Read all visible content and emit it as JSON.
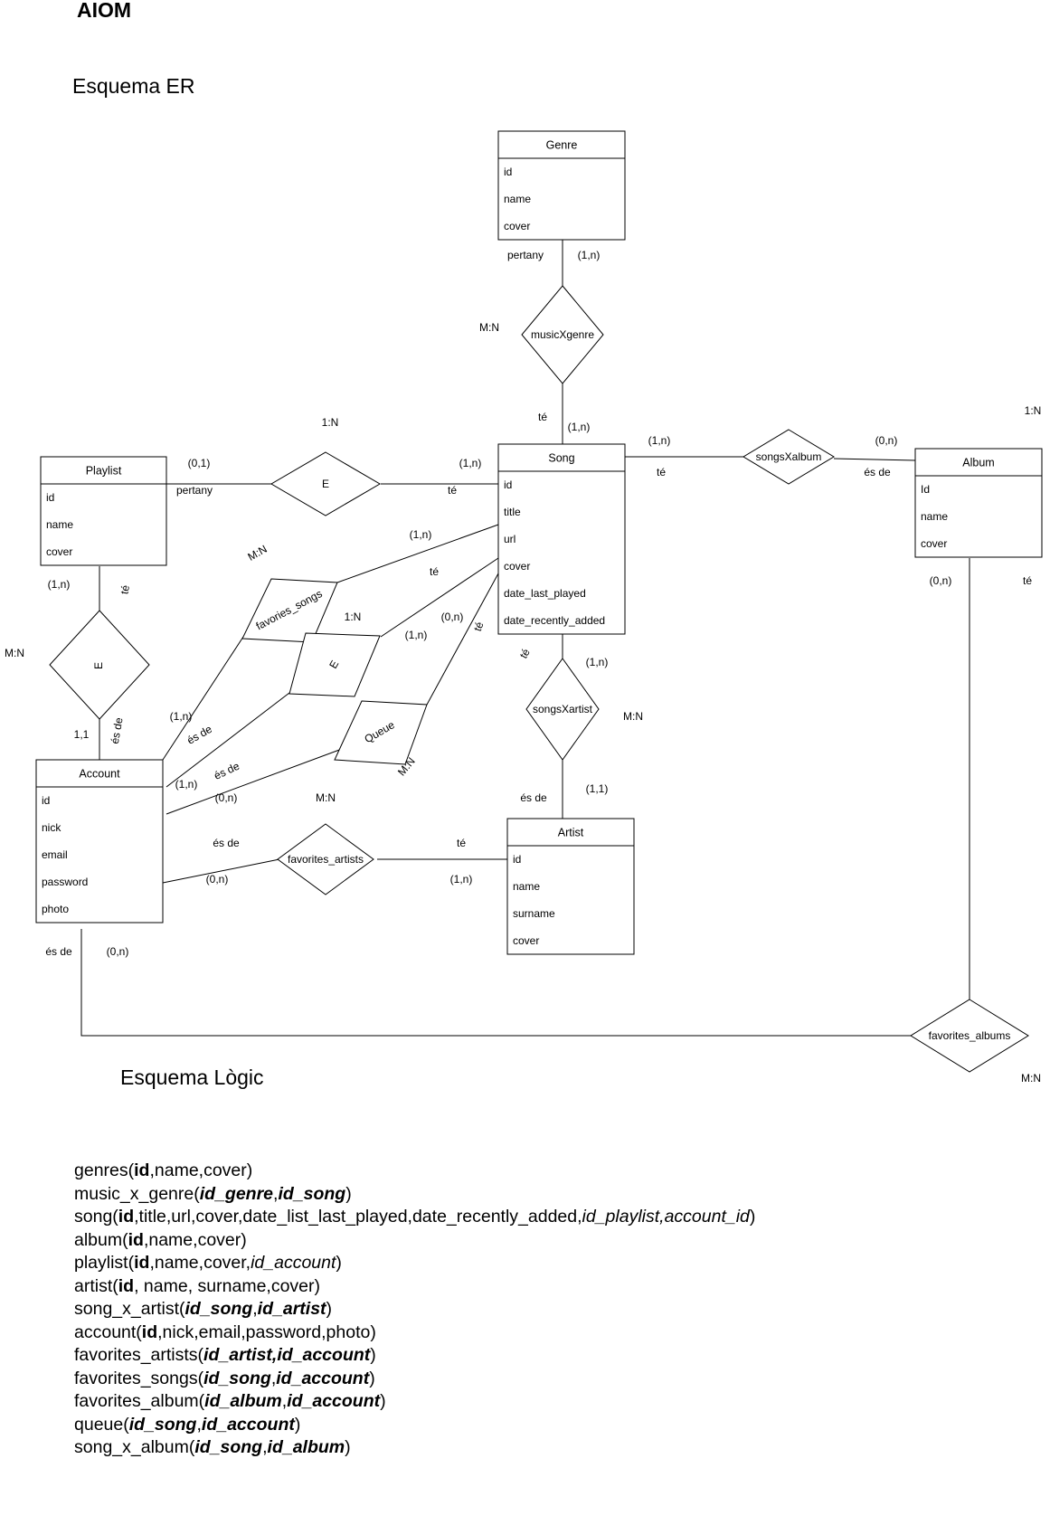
{
  "title": "AIOM",
  "er_heading": "Esquema ER",
  "logic_heading": "Esquema Lògic",
  "colors": {
    "stroke": "#000000",
    "background": "#ffffff"
  },
  "entities": [
    {
      "key": "genre",
      "name": "Genre",
      "attributes": [
        "id",
        "name",
        "cover"
      ]
    },
    {
      "key": "song",
      "name": "Song",
      "attributes": [
        "id",
        "title",
        "url",
        "cover",
        "date_last_played",
        "date_recently_added"
      ]
    },
    {
      "key": "playlist",
      "name": "Playlist",
      "attributes": [
        "id",
        "name",
        "cover"
      ]
    },
    {
      "key": "album",
      "name": "Album",
      "attributes": [
        "Id",
        "name",
        "cover"
      ]
    },
    {
      "key": "account",
      "name": "Account",
      "attributes": [
        "id",
        "nick",
        "email",
        "password",
        "photo"
      ]
    },
    {
      "key": "artist",
      "name": "Artist",
      "attributes": [
        "id",
        "name",
        "surname",
        "cover"
      ]
    }
  ],
  "relationships": [
    {
      "key": "musicXgenre",
      "label": "musicXgenre"
    },
    {
      "key": "e_playlist_song",
      "label": "E"
    },
    {
      "key": "songsXalbum",
      "label": "songsXalbum"
    },
    {
      "key": "e_playlist_acc",
      "label": "E"
    },
    {
      "key": "favories_songs",
      "label": "favories_songs"
    },
    {
      "key": "e_song_account",
      "label": "E"
    },
    {
      "key": "queue",
      "label": "Queue"
    },
    {
      "key": "songsXartist",
      "label": "songsXartist"
    },
    {
      "key": "favorites_artists",
      "label": "favorites_artists"
    },
    {
      "key": "favorites_albums",
      "label": "favorites_albums"
    }
  ],
  "annotations": [
    "pertany",
    "(1,n)",
    "M:N",
    "té",
    "(1,n)",
    "1:N",
    "(0,1)",
    "pertany",
    "(1,n)",
    "té",
    "M:N",
    "(1,n)",
    "té",
    "(0,n)",
    "és de",
    "(1,n)",
    "té",
    "1:N",
    "1,1",
    "és de",
    "(0,n)",
    "té",
    "M:N",
    "(1,n)",
    "té",
    "1:N",
    "(0,n)",
    "(1,n)",
    "té",
    "té",
    "(1,n)",
    "M:N",
    "(1,n)",
    "és de",
    "(1,n)",
    "és de",
    "(1,1)",
    "és de",
    "(0,n)",
    "M:N",
    "M:N",
    "és de",
    "(0,n)",
    "té",
    "(1,n)",
    "és de",
    "(0,n)",
    "M:N"
  ],
  "logical_schema": [
    [
      {
        "t": "genres(",
        "s": "n"
      },
      {
        "t": "id",
        "s": "pk"
      },
      {
        "t": ",name,cover)",
        "s": "n"
      }
    ],
    [
      {
        "t": "music_x_genre(",
        "s": "n"
      },
      {
        "t": "id_genre",
        "s": "pkfk"
      },
      {
        "t": ",",
        "s": "n"
      },
      {
        "t": "id_song",
        "s": "pkfk"
      },
      {
        "t": ")",
        "s": "n"
      }
    ],
    [
      {
        "t": "song(",
        "s": "n"
      },
      {
        "t": "id",
        "s": "pk"
      },
      {
        "t": ",title,url,cover,date_list_last_played,date_recently_added,",
        "s": "n"
      },
      {
        "t": "id_playlist,account_id",
        "s": "fk"
      },
      {
        "t": ")",
        "s": "n"
      }
    ],
    [
      {
        "t": "album(",
        "s": "n"
      },
      {
        "t": "id",
        "s": "pk"
      },
      {
        "t": ",name,cover)",
        "s": "n"
      }
    ],
    [
      {
        "t": "playlist(",
        "s": "n"
      },
      {
        "t": "id",
        "s": "pk"
      },
      {
        "t": ",name,cover,",
        "s": "n"
      },
      {
        "t": "id_account",
        "s": "fk"
      },
      {
        "t": ")",
        "s": "n"
      }
    ],
    [
      {
        "t": "artist(",
        "s": "n"
      },
      {
        "t": "id",
        "s": "pk"
      },
      {
        "t": ", name, surname,cover)",
        "s": "n"
      }
    ],
    [
      {
        "t": "song_x_artist(",
        "s": "n"
      },
      {
        "t": "id_song",
        "s": "pkfk"
      },
      {
        "t": ",",
        "s": "n"
      },
      {
        "t": "id_artist",
        "s": "pkfk"
      },
      {
        "t": ")",
        "s": "n"
      }
    ],
    [
      {
        "t": "account(",
        "s": "n"
      },
      {
        "t": "id",
        "s": "pk"
      },
      {
        "t": ",nick,email,password,photo)",
        "s": "n"
      }
    ],
    [
      {
        "t": "favorites_artists(",
        "s": "n"
      },
      {
        "t": "id_artist,id_account",
        "s": "pkfk"
      },
      {
        "t": ")",
        "s": "n"
      }
    ],
    [
      {
        "t": "favorites_songs(",
        "s": "n"
      },
      {
        "t": "id_song",
        "s": "pkfk"
      },
      {
        "t": ",",
        "s": "n"
      },
      {
        "t": "id_account",
        "s": "pkfk"
      },
      {
        "t": ")",
        "s": "n"
      }
    ],
    [
      {
        "t": "favorites_album(",
        "s": "n"
      },
      {
        "t": "id_album",
        "s": "pkfk"
      },
      {
        "t": ",",
        "s": "n"
      },
      {
        "t": "id_account",
        "s": "pkfk"
      },
      {
        "t": ")",
        "s": "n"
      }
    ],
    [
      {
        "t": "queue(",
        "s": "n"
      },
      {
        "t": "id_song",
        "s": "pkfk"
      },
      {
        "t": ",",
        "s": "n"
      },
      {
        "t": "id_account",
        "s": "pkfk"
      },
      {
        "t": ")",
        "s": "n"
      }
    ],
    [
      {
        "t": "song_x_album(",
        "s": "n"
      },
      {
        "t": "id_song",
        "s": "pkfk"
      },
      {
        "t": ",",
        "s": "n"
      },
      {
        "t": "id_album",
        "s": "pkfk"
      },
      {
        "t": ")",
        "s": "n"
      }
    ]
  ]
}
